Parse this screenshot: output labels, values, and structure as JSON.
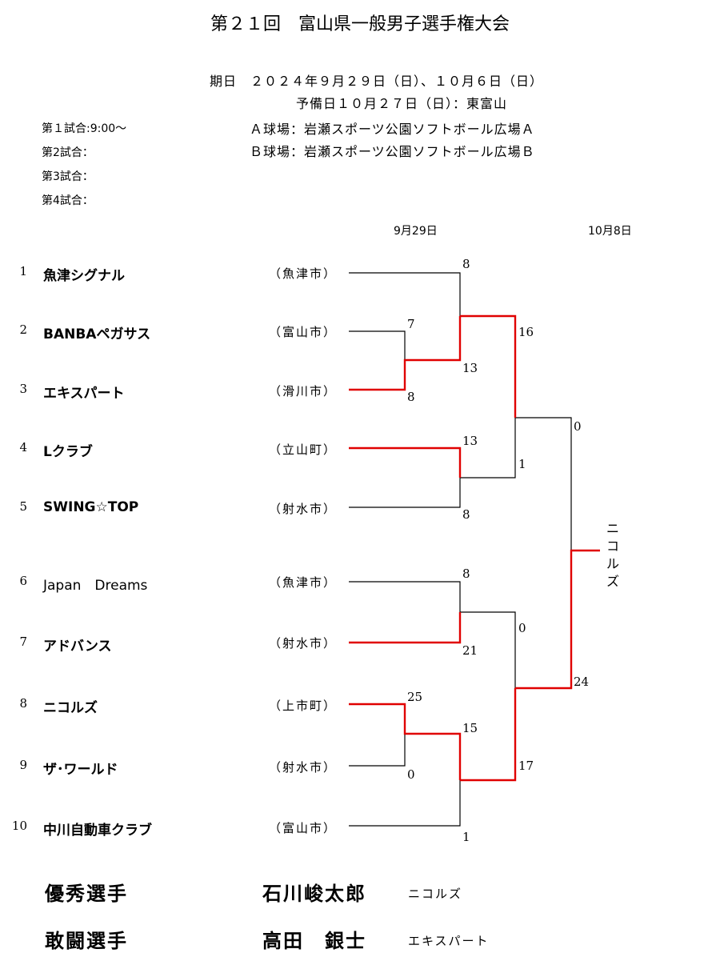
{
  "header": {
    "title": "第２１回　富山県一般男子選手権大会",
    "dates": "期日　２０２４年９月２９日（日）、１０月６日（日）",
    "reserve": "予備日１０月２７日（日）：東富山",
    "field_a": "Ａ球場：岩瀬スポーツ公園ソフトボール広場Ａ",
    "field_b": "Ｂ球場：岩瀬スポーツ公園ソフトボール広場Ｂ"
  },
  "schedule": [
    "第１試合:9:00〜",
    "第2試合：",
    "第3試合：",
    "第4試合："
  ],
  "round_dates": {
    "first": "9月29日",
    "final": "10月8日"
  },
  "teams": [
    {
      "seed": "1",
      "name": "魚津シグナル",
      "city": "（魚津市）"
    },
    {
      "seed": "2",
      "name": "BANBAペガサス",
      "city": "（富山市）"
    },
    {
      "seed": "3",
      "name": "エキスパート",
      "city": "（滑川市）"
    },
    {
      "seed": "4",
      "name": "Lクラブ",
      "city": "（立山町）"
    },
    {
      "seed": "5",
      "name": "SWING☆TOP",
      "city": "（射水市）"
    },
    {
      "seed": "6",
      "name": "Japan　Dreams",
      "city": "（魚津市）"
    },
    {
      "seed": "7",
      "name": "アドバンス",
      "city": "（射水市）"
    },
    {
      "seed": "8",
      "name": "ニコルズ",
      "city": "（上市町）"
    },
    {
      "seed": "9",
      "name": "ザ･ワールド",
      "city": "（射水市）"
    },
    {
      "seed": "10",
      "name": "中川自動車クラブ",
      "city": "（富山市）"
    }
  ],
  "scores": {
    "m1_t2": "7",
    "m1_t3": "8",
    "m2_t1": "8",
    "m2_w": "13",
    "m3_t4": "13",
    "m3_t5": "8",
    "m4_top": "16",
    "m4_bot": "1",
    "m5_t6": "8",
    "m5_t7": "21",
    "m6_t8": "25",
    "m6_t9": "0",
    "m7_w": "15",
    "m7_t10": "1",
    "m8_top": "0",
    "m8_bot": "17",
    "final_top": "0",
    "final_bot": "24"
  },
  "champion": "ニコルズ",
  "awards": [
    {
      "title": "優秀選手",
      "player": "石川峻太郎",
      "team": "ニコルズ"
    },
    {
      "title": "敢闘選手",
      "player": "高田　銀士",
      "team": "エキスパート"
    }
  ],
  "colors": {
    "win_line": "#e00000",
    "lose_line": "#000000"
  }
}
